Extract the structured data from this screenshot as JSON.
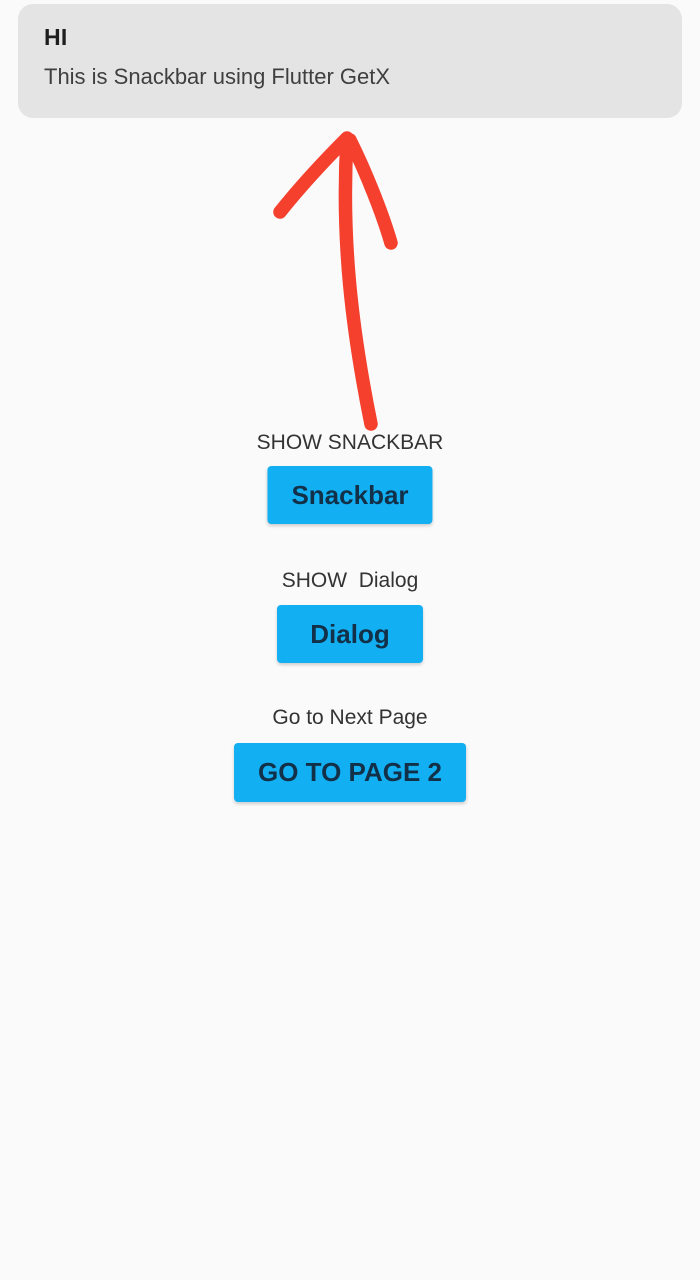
{
  "snackbar": {
    "title": "HI",
    "message": "This is Snackbar using Flutter GetX",
    "background": "#e4e4e4"
  },
  "annotation": {
    "arrow_color": "#f5402e",
    "meaning": "hand-drawn arrow pointing up at the snackbar"
  },
  "sections": [
    {
      "label": "SHOW SNACKBAR",
      "button": "Snackbar"
    },
    {
      "label": "SHOW  Dialog",
      "button": "Dialog"
    },
    {
      "label": "Go to Next Page",
      "button": "GO TO PAGE 2"
    }
  ],
  "colors": {
    "page_background": "#fafafa",
    "button_background": "#12aff3",
    "button_text": "#123048",
    "label_text": "#333333"
  }
}
